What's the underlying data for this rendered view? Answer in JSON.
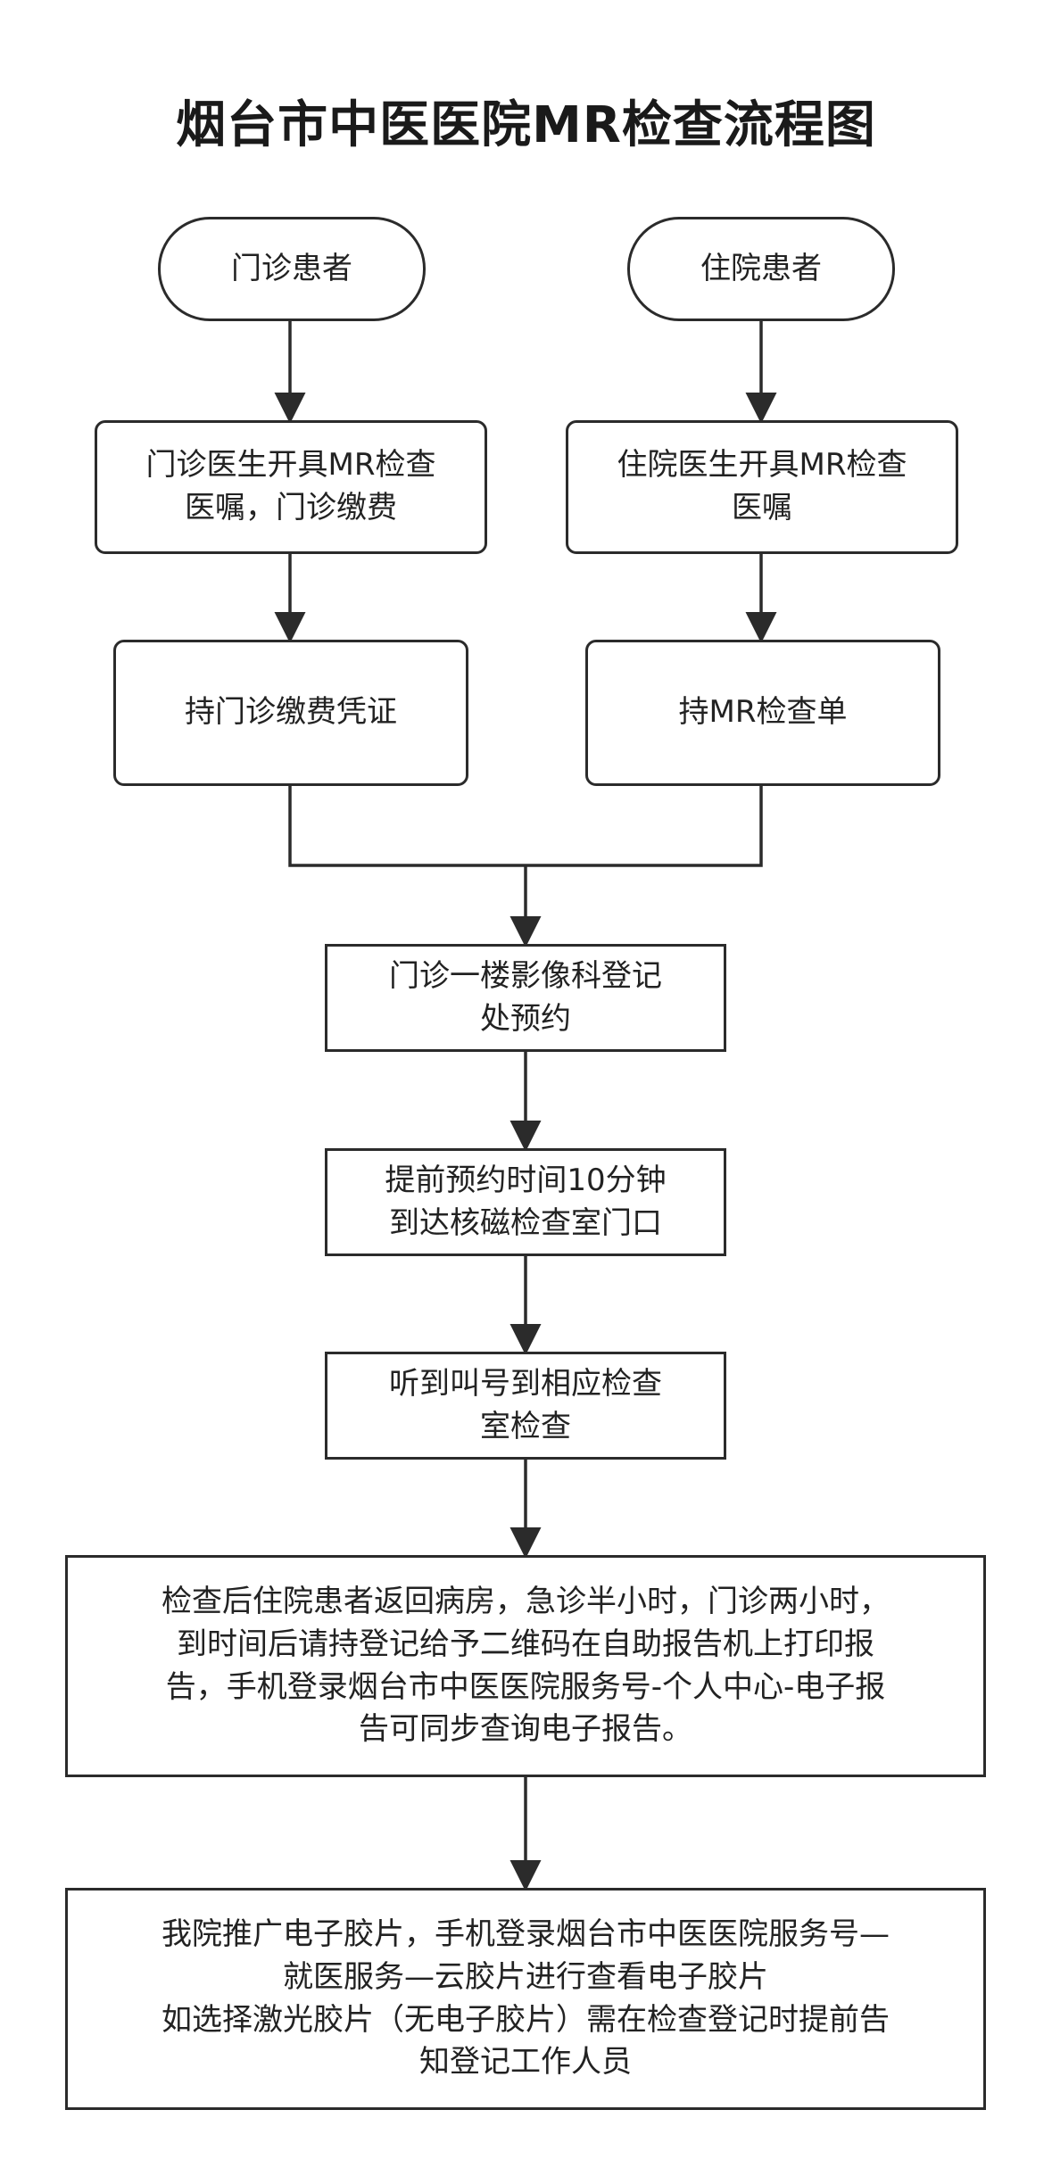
{
  "title": "烟台市中医医院MR检查流程图",
  "nodes": {
    "outpatient": "门诊患者",
    "inpatient": "住院患者",
    "outpatient_order": "门诊医生开具MR检查\n医嘱，门诊缴费",
    "inpatient_order": "住院医生开具MR检查\n医嘱",
    "outpatient_voucher": "持门诊缴费凭证",
    "inpatient_sheet": "持MR检查单",
    "register": "门诊一楼影像科登记\n处预约",
    "arrive": "提前预约时间10分钟\n到达核磁检查室门口",
    "call": "听到叫号到相应检查\n室检查",
    "report": "检查后住院患者返回病房，急诊半小时，门诊两小时，\n到时间后请持登记给予二维码在自助报告机上打印报\n告，手机登录烟台市中医医院服务号-个人中心-电子报\n告可同步查询电子报告。",
    "film": "我院推广电子胶片，手机登录烟台市中医医院服务号—\n就医服务—云胶片进行查看电子胶片\n如选择激光胶片（无电子胶片）需在检查登记时提前告\n知登记工作人员"
  },
  "colors": {
    "stroke": "#2b2b2b",
    "text": "#222222",
    "background": "#ffffff"
  }
}
